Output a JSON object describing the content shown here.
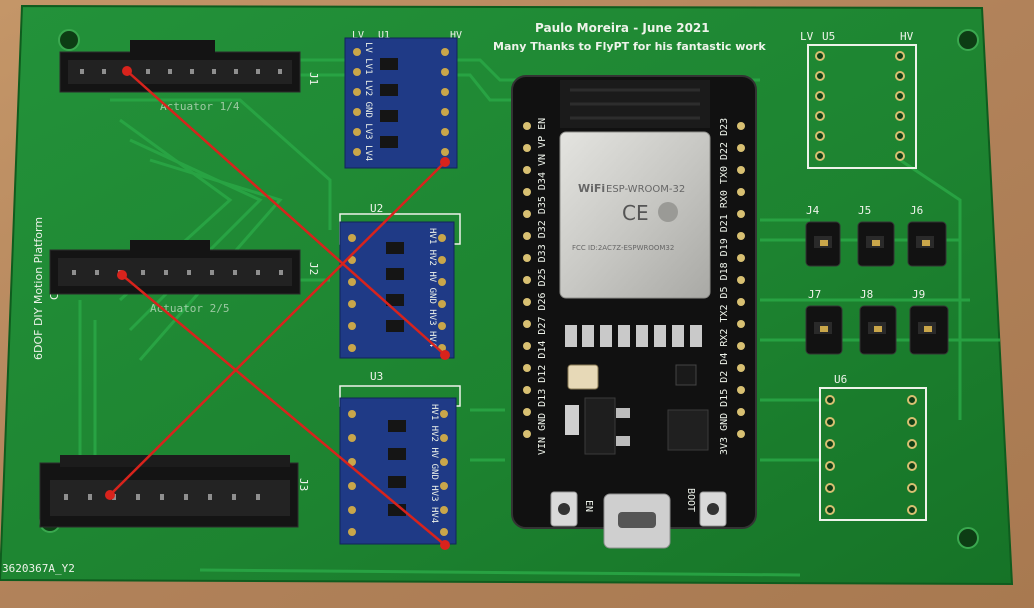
{
  "board": {
    "author_line": "Paulo Moreira - June 2021",
    "thanks_line": "Many Thanks to FlyPT for his fantastic work",
    "side_title": "6DOF DIY Motion Platform",
    "side_sub": "Con      rd",
    "part_number": "3620367A_Y2",
    "colors": {
      "pcb": "#1f8a2e",
      "wood": "#b98a5e",
      "wire": "#d8231c",
      "module": "#1f3a86"
    }
  },
  "connectors": [
    {
      "ref": "J1",
      "label": "Actuator 1/4"
    },
    {
      "ref": "J2",
      "label": "Actuator 2/5"
    },
    {
      "ref": "J3",
      "label": ""
    }
  ],
  "level_shifters": [
    {
      "ref": "U1",
      "lv": "LV",
      "hv": "HV",
      "pins": "LV LV1 LV2 GND LV3 LV4"
    },
    {
      "ref": "U2",
      "lv": "",
      "hv": "",
      "pins": "HV1 HV2 HV GND HV3 HV4"
    },
    {
      "ref": "U3",
      "lv": "",
      "hv": "",
      "pins": "HV1 HV2 HV GND HV3 HV4"
    }
  ],
  "esp32": {
    "module_name": "ESP-WROOM-32",
    "wifi_mark": "WiFi",
    "ce_mark": "CE",
    "fcc_id": "FCC ID:2AC7Z-ESPWROOM32",
    "left_pins": "VIN GND D13 D12 D14 D27 D26 D25 D33 D32 D35 D34 VN VP EN",
    "right_pins": "3V3 GND D15 D2 D4 RX2 TX2 D5 D18 D19 D21 RX0 TX0 D22 D23",
    "btn_en": "EN",
    "btn_boot": "BOOT"
  },
  "right_parts": {
    "u5": {
      "ref": "U5",
      "lv": "LV",
      "hv": "HV"
    },
    "u6": {
      "ref": "U6"
    },
    "jumpers": [
      "J4",
      "J5",
      "J6",
      "J7",
      "J8",
      "J9"
    ]
  }
}
